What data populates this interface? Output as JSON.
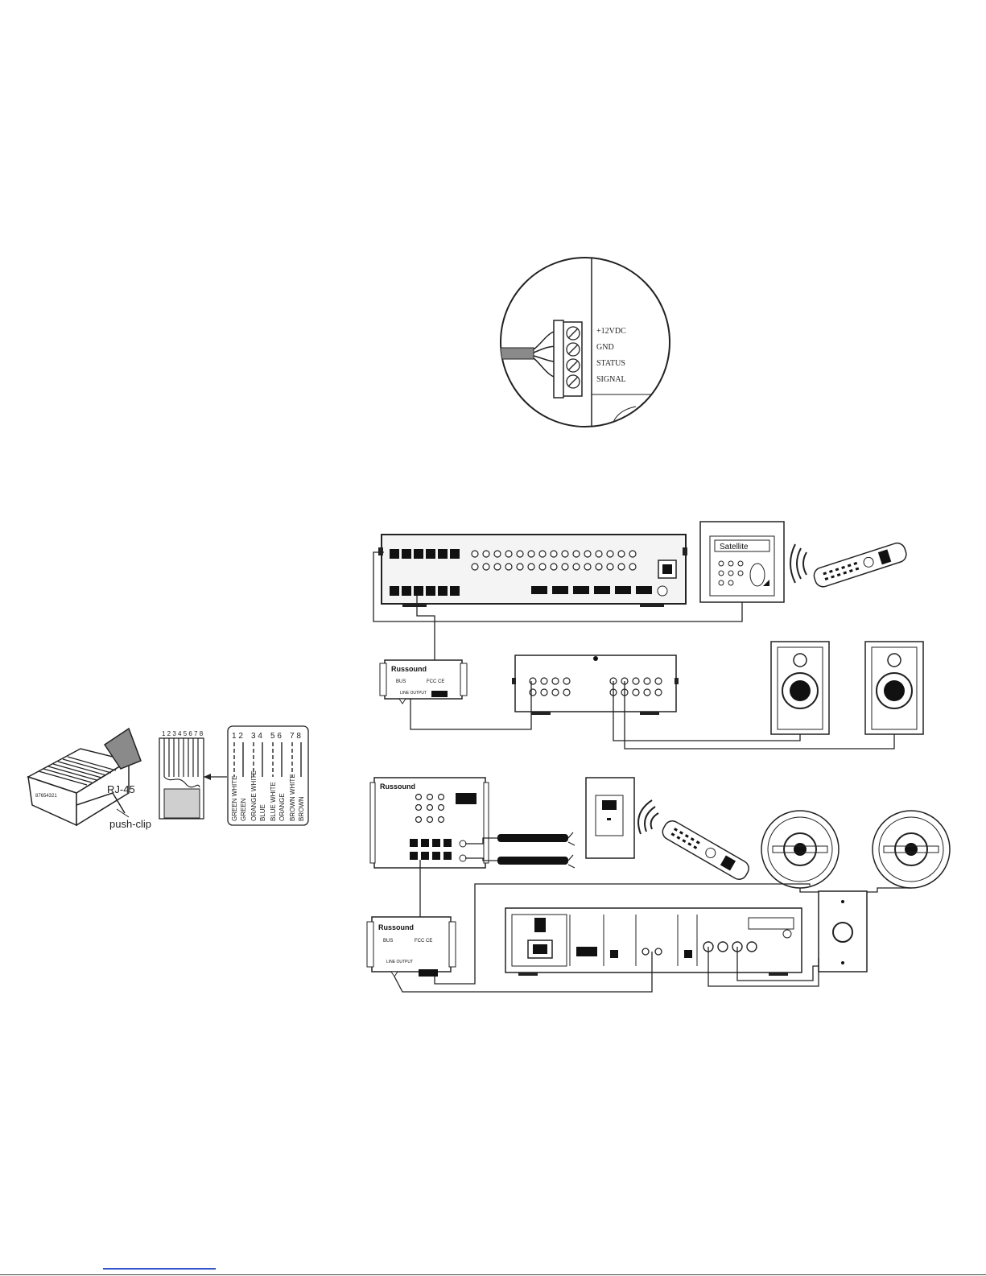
{
  "terminal_labels": [
    "+12VDC",
    "GND",
    "STATUS",
    "SIGNAL"
  ],
  "rj45": {
    "label": "RJ-45",
    "clip_label": "push-clip",
    "plug_pins": "87654321",
    "top_pins": "1 2 3 4 5 6 7 8",
    "pair_numbers": [
      "1 2",
      "3 4",
      "5 6",
      "7 8"
    ],
    "wire_colors": [
      "GREEN WHITE",
      "GREEN",
      "ORANGE WHITE",
      "BLUE",
      "BLUE WHITE",
      "ORANGE",
      "BROWN WHITE",
      "BROWN"
    ]
  },
  "brand": "Russound",
  "keypad_display": "Satellite",
  "module": {
    "bus_label": "BUS",
    "fcc_label": "FCC CE",
    "line_output": "LINE OUTPUT"
  },
  "colors": {
    "line": "#222222",
    "panel": "#f4f4f4",
    "dark": "#111111",
    "link": "#3355cc"
  }
}
